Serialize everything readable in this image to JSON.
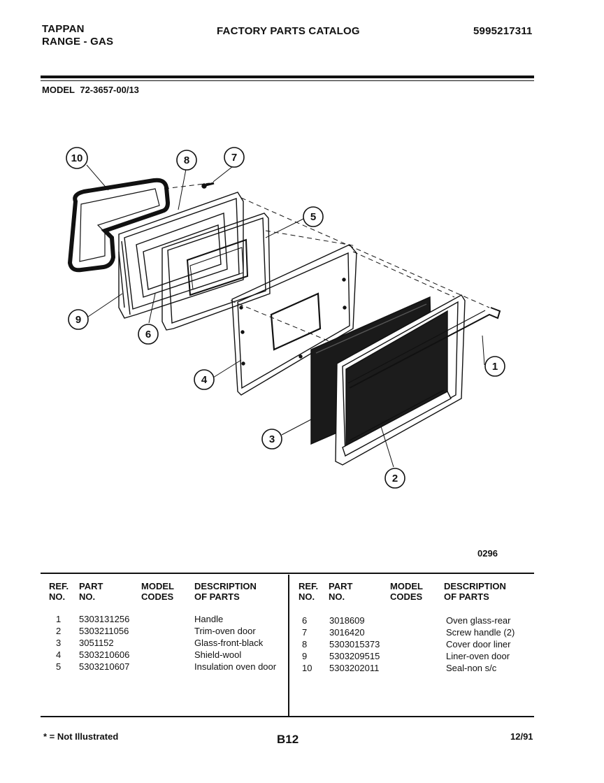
{
  "header": {
    "brand": "TAPPAN",
    "product": "RANGE - GAS",
    "title": "FACTORY PARTS CATALOG",
    "catalog_number": "5995217311",
    "model_label": "MODEL",
    "model_number": "72-3657-00/13"
  },
  "diagram": {
    "callouts": [
      "1",
      "2",
      "3",
      "4",
      "5",
      "6",
      "7",
      "8",
      "9",
      "10"
    ],
    "code": "0296"
  },
  "table": {
    "headers": {
      "ref": [
        "REF.",
        "NO."
      ],
      "part": [
        "PART",
        "NO."
      ],
      "model": [
        "MODEL",
        "CODES"
      ],
      "desc": [
        "DESCRIPTION",
        "OF PARTS"
      ]
    },
    "left_rows": [
      {
        "ref": "1",
        "part": "5303131256",
        "codes": "",
        "desc": "Handle"
      },
      {
        "ref": "2",
        "part": "5303211056",
        "codes": "",
        "desc": "Trim-oven door"
      },
      {
        "ref": "3",
        "part": "3051152",
        "codes": "",
        "desc": "Glass-front-black"
      },
      {
        "ref": "4",
        "part": "5303210606",
        "codes": "",
        "desc": "Shield-wool"
      },
      {
        "ref": "5",
        "part": "5303210607",
        "codes": "",
        "desc": "Insulation oven door"
      }
    ],
    "right_rows": [
      {
        "ref": "6",
        "part": "3018609",
        "codes": "",
        "desc": "Oven glass-rear"
      },
      {
        "ref": "7",
        "part": "3016420",
        "codes": "",
        "desc": "Screw handle (2)"
      },
      {
        "ref": "8",
        "part": "5303015373",
        "codes": "",
        "desc": "Cover door liner"
      },
      {
        "ref": "9",
        "part": "5303209515",
        "codes": "",
        "desc": "Liner-oven door"
      },
      {
        "ref": "10",
        "part": "5303202011",
        "codes": "",
        "desc": "Seal-non s/c"
      }
    ]
  },
  "footer": {
    "note": "* = Not Illustrated",
    "page": "B12",
    "date": "12/91"
  }
}
